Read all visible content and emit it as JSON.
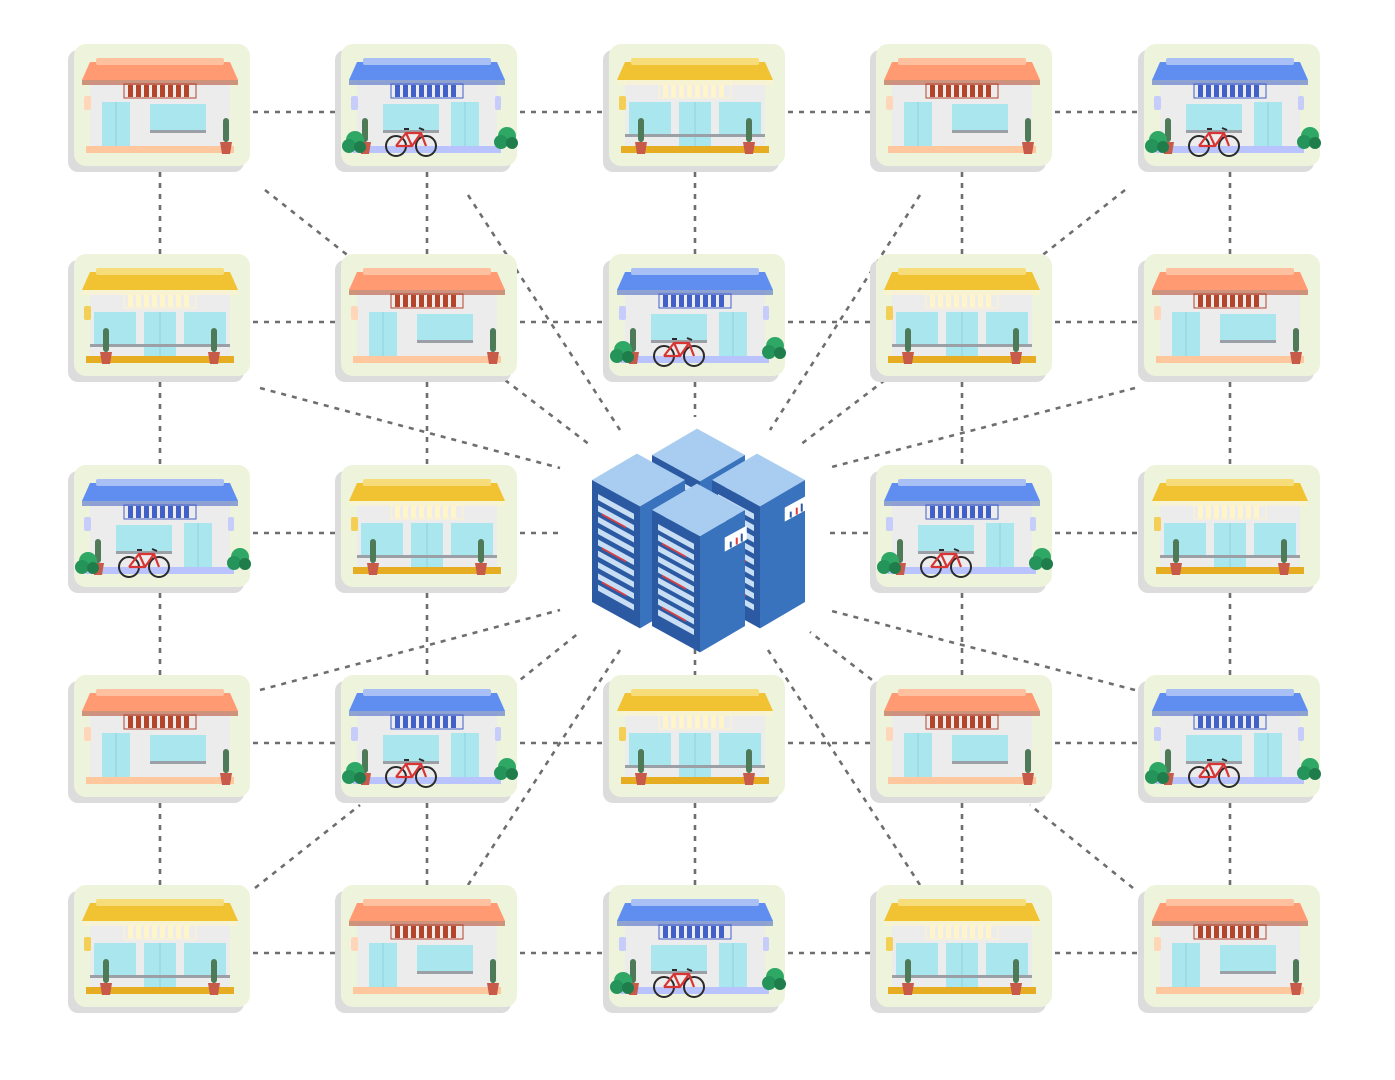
{
  "colors": {
    "background": "#ffffff",
    "connector": "#6e6e6e",
    "sticker_border": "#eef3dc",
    "sticker_shadow": "#dcdcdc",
    "wall": "#ececec",
    "window": "#a9e6ee",
    "pot": "#c85a4a",
    "plant": "#4e7a57",
    "bush": "#2fa866",
    "bike": "#d83434",
    "server_front": "#2b5aa3",
    "server_side": "#3a73bd",
    "server_top": "#a9cdf0",
    "server_slot": "#c8def5",
    "server_led": "#d93f3f"
  },
  "variants": {
    "orange": {
      "awning": "#ff9a72",
      "awning_top": "#ffc0a0",
      "stripe": "#b4452b",
      "base": "#ffc79e",
      "side": "#ffd7b8"
    },
    "blue": {
      "awning": "#5f8ef0",
      "awning_top": "#a9c0f7",
      "stripe": "#4161c8",
      "base": "#b9c4ff",
      "side": "#c7cdfa"
    },
    "yellow": {
      "awning": "#f1c232",
      "awning_top": "#f7dd7a",
      "stripe": "#fff5c9",
      "base": "#e6ad22",
      "side": "#f3cf55"
    }
  },
  "diagram": {
    "center_icon": "server-rack-icon",
    "node_icon": "storefront-icon",
    "rows": [
      [
        "orange",
        "blue",
        "yellow",
        "orange",
        "blue"
      ],
      [
        "yellow",
        "orange",
        "blue",
        "yellow",
        "orange"
      ],
      [
        "blue",
        "yellow",
        null,
        "blue",
        "yellow"
      ],
      [
        "orange",
        "blue",
        "yellow",
        "orange",
        "blue"
      ],
      [
        "yellow",
        "orange",
        "blue",
        "yellow",
        "orange"
      ]
    ],
    "connections": "grid-neighbors-plus-spokes-to-server"
  }
}
